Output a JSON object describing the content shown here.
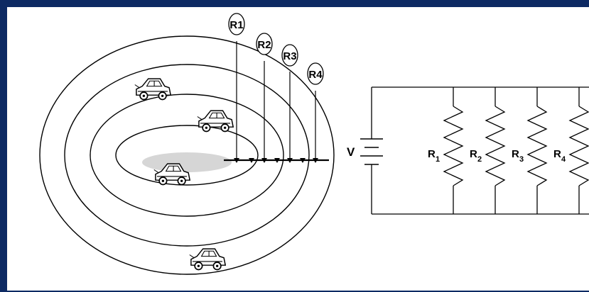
{
  "track_labels": [
    "R1",
    "R2",
    "R3",
    "R4"
  ],
  "circuit": {
    "source_label": "V",
    "resistors": [
      {
        "letter": "R",
        "index": "1"
      },
      {
        "letter": "R",
        "index": "2"
      },
      {
        "letter": "R",
        "index": "3"
      },
      {
        "letter": "R",
        "index": "4"
      }
    ]
  },
  "colors": {
    "frame_border": "#0d2a63",
    "background": "#ffffff",
    "ink": "#000000",
    "center_fill": "#d6d6d6"
  },
  "icons": [
    "car-icon"
  ]
}
